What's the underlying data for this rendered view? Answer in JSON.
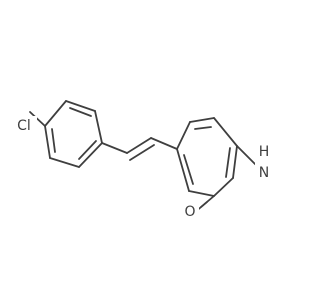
{
  "molecule": {
    "labels": {
      "chlorine": "Cl",
      "nitrogen_h": "H",
      "nitrogen_n": "N",
      "oxygen": "O"
    }
  },
  "colors": {
    "line": "#3f3f3f",
    "background": "#ffffff"
  }
}
